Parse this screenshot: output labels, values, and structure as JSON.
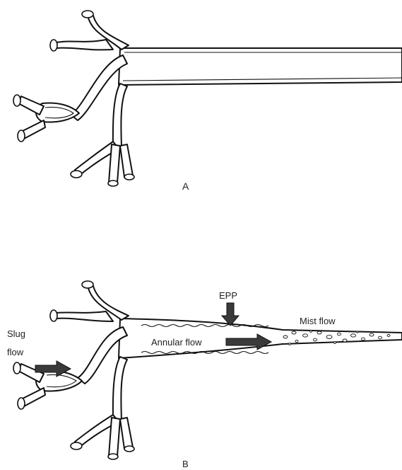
{
  "panels": [
    {
      "id": "A",
      "label": "A"
    },
    {
      "id": "B",
      "label": "B"
    }
  ],
  "annotations": {
    "slug_line1": "Slug",
    "slug_line2": "flow",
    "epp": "EPP",
    "mist": "Mist flow",
    "annular": "Annular flow"
  }
}
